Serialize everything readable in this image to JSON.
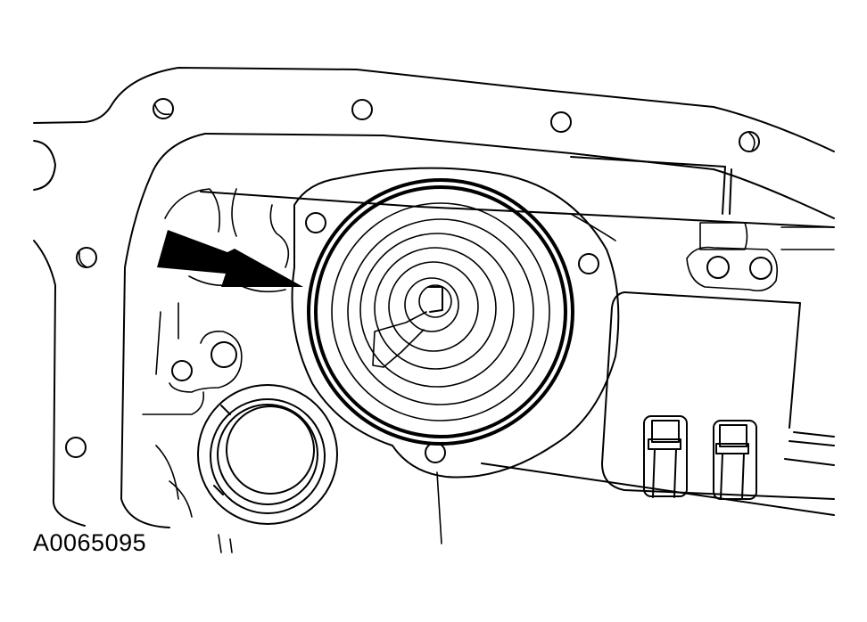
{
  "figure": {
    "type": "technical line drawing",
    "subject": "transmission case / valve body area with servo piston cover",
    "reference_id": "A0065095",
    "callout": {
      "shape": "solid black arrow",
      "points_to": "servo cover seal ring"
    },
    "colors": {
      "line": "#000000",
      "background": "#ffffff"
    }
  }
}
